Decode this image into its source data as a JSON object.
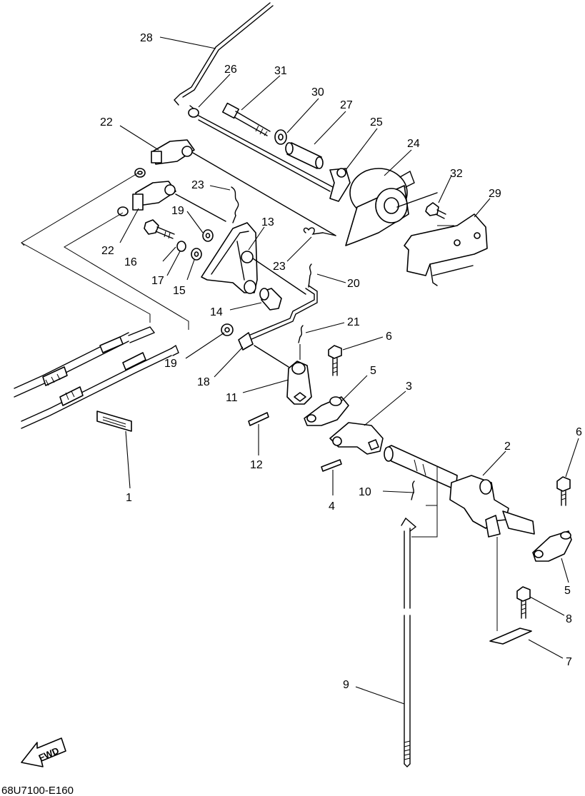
{
  "diagram": {
    "drawing_code": "68U7100-E160",
    "direction_label": "FWD",
    "callouts": [
      {
        "id": "28",
        "label": "28"
      },
      {
        "id": "26",
        "label": "26"
      },
      {
        "id": "31",
        "label": "31"
      },
      {
        "id": "30",
        "label": "30"
      },
      {
        "id": "27",
        "label": "27"
      },
      {
        "id": "25",
        "label": "25"
      },
      {
        "id": "24",
        "label": "24"
      },
      {
        "id": "22a",
        "label": "22"
      },
      {
        "id": "23a",
        "label": "23"
      },
      {
        "id": "32",
        "label": "32"
      },
      {
        "id": "29",
        "label": "29"
      },
      {
        "id": "19a",
        "label": "19"
      },
      {
        "id": "13",
        "label": "13"
      },
      {
        "id": "22b",
        "label": "22"
      },
      {
        "id": "16",
        "label": "16"
      },
      {
        "id": "23b",
        "label": "23"
      },
      {
        "id": "17",
        "label": "17"
      },
      {
        "id": "15",
        "label": "15"
      },
      {
        "id": "20",
        "label": "20"
      },
      {
        "id": "14",
        "label": "14"
      },
      {
        "id": "21",
        "label": "21"
      },
      {
        "id": "6a",
        "label": "6"
      },
      {
        "id": "19b",
        "label": "19"
      },
      {
        "id": "5a",
        "label": "5"
      },
      {
        "id": "18",
        "label": "18"
      },
      {
        "id": "3",
        "label": "3"
      },
      {
        "id": "11",
        "label": "11"
      },
      {
        "id": "6b",
        "label": "6"
      },
      {
        "id": "2",
        "label": "2"
      },
      {
        "id": "12",
        "label": "12"
      },
      {
        "id": "4",
        "label": "4"
      },
      {
        "id": "10",
        "label": "10"
      },
      {
        "id": "1",
        "label": "1"
      },
      {
        "id": "5b",
        "label": "5"
      },
      {
        "id": "8",
        "label": "8"
      },
      {
        "id": "7",
        "label": "7"
      },
      {
        "id": "9",
        "label": "9"
      }
    ]
  }
}
